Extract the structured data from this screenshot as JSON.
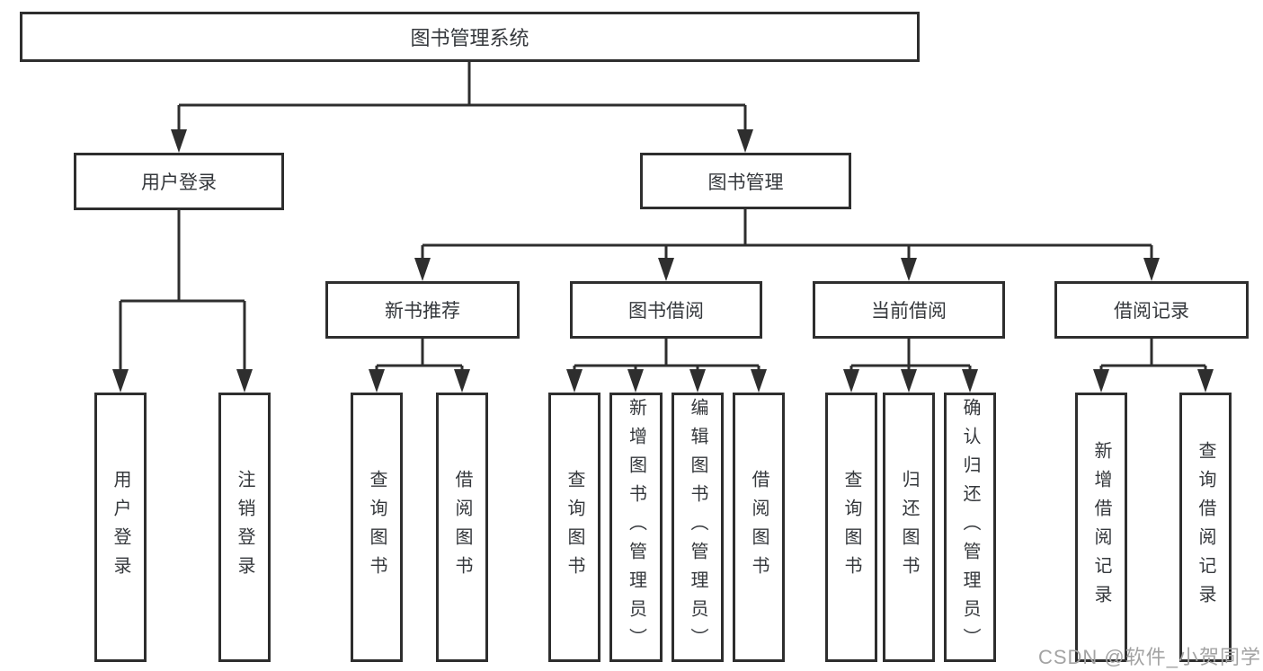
{
  "tree": {
    "label": "图书管理系统",
    "children": [
      {
        "label": "用户登录",
        "children": [
          {
            "label": "用户登录"
          },
          {
            "label": "注销登录"
          }
        ]
      },
      {
        "label": "图书管理",
        "children": [
          {
            "label": "新书推荐",
            "children": [
              {
                "label": "查询图书"
              },
              {
                "label": "借阅图书"
              }
            ]
          },
          {
            "label": "图书借阅",
            "children": [
              {
                "label": "查询图书"
              },
              {
                "label": "新增图书（管理员）"
              },
              {
                "label": "编辑图书（管理员）"
              },
              {
                "label": "借阅图书"
              }
            ]
          },
          {
            "label": "当前借阅",
            "children": [
              {
                "label": "查询图书"
              },
              {
                "label": "归还图书"
              },
              {
                "label": "确认归还（管理员）"
              }
            ]
          },
          {
            "label": "借阅记录",
            "children": [
              {
                "label": "新增借阅记录"
              },
              {
                "label": "查询借阅记录"
              }
            ]
          }
        ]
      }
    ]
  },
  "watermark": {
    "text": "CSDN @软件_小贺同学"
  },
  "colors": {
    "line": "#2e2e2e",
    "text": "#35383c",
    "watermark": "#a3a3a3",
    "background": "#ffffff"
  }
}
